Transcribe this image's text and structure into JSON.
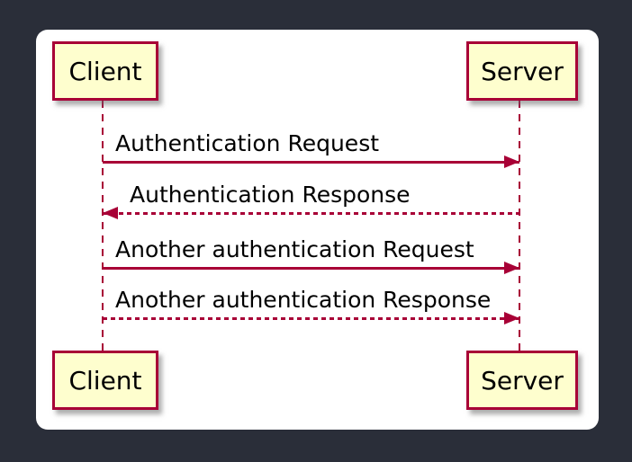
{
  "colors": {
    "background": "#2A2E39",
    "panel": "#FFFFFF",
    "participant_fill": "#FEFECE",
    "accent": "#A80036",
    "text": "#000000"
  },
  "diagram": {
    "kind": "uml-sequence-diagram",
    "participants": [
      {
        "id": "client",
        "label": "Client"
      },
      {
        "id": "server",
        "label": "Server"
      }
    ],
    "messages": [
      {
        "from": "Client",
        "to": "Server",
        "label": "Authentication Request",
        "line": "solid",
        "direction": "right"
      },
      {
        "from": "Server",
        "to": "Client",
        "label": "Authentication Response",
        "line": "dotted",
        "direction": "left"
      },
      {
        "from": "Client",
        "to": "Server",
        "label": "Another authentication Request",
        "line": "solid",
        "direction": "right"
      },
      {
        "from": "Client",
        "to": "Server",
        "label": "Another authentication Response",
        "line": "dotted",
        "direction": "right"
      }
    ]
  }
}
